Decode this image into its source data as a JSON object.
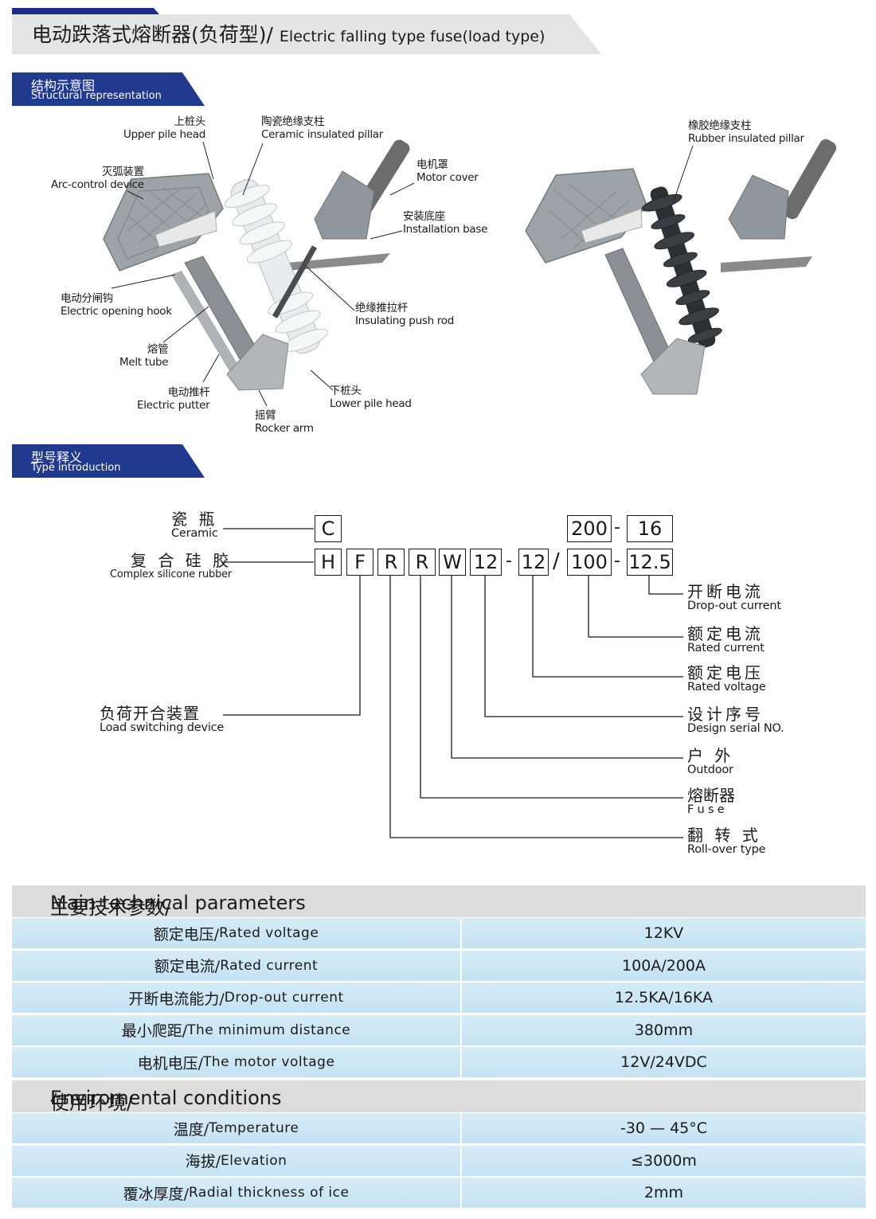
{
  "header": {
    "title_cn": "电动跌落式熔断器(负荷型)",
    "title_sep": "/",
    "title_en": "Electric falling type fuse(load type)"
  },
  "structure": {
    "cn": "结构示意图",
    "en": "Structural representation",
    "labels": {
      "upper_pile_head": {
        "cn": "上桩头",
        "en": "Upper pile head"
      },
      "ceramic_pillar": {
        "cn": "陶瓷绝缘支柱",
        "en": "Ceramic insulated pillar"
      },
      "arc_control": {
        "cn": "灭弧装置",
        "en": "Arc-control device"
      },
      "motor_cover": {
        "cn": "电机罩",
        "en": "Motor cover"
      },
      "installation_base": {
        "cn": "安装底座",
        "en": "Installation base"
      },
      "opening_hook": {
        "cn": "电动分闸钩",
        "en": "Electric opening hook"
      },
      "push_rod": {
        "cn": "绝缘推拉杆",
        "en": "Insulating push rod"
      },
      "melt_tube": {
        "cn": "熔管",
        "en": "Melt tube"
      },
      "electric_putter": {
        "cn": "电动推杆",
        "en": "Electric putter"
      },
      "lower_pile_head": {
        "cn": "下桩头",
        "en": "Lower pile head"
      },
      "rocker_arm": {
        "cn": "摇臂",
        "en": "Rocker arm"
      },
      "rubber_pillar": {
        "cn": "橡胶绝缘支柱",
        "en": "Rubber insulated pillar"
      }
    }
  },
  "type_intro": {
    "cn": "型号释义",
    "en": "Type introduction",
    "left_labels": {
      "ceramic": {
        "cn": "瓷 瓶",
        "en": "Ceramic"
      },
      "silicone": {
        "cn": "复 合 硅 胶",
        "en": "Complex silicone rubber"
      },
      "load_switch": {
        "cn": "负荷开合装置",
        "en": "Load switching device"
      }
    },
    "codes": {
      "C": "C",
      "H": "H",
      "F": "F",
      "R1": "R",
      "R2": "R",
      "W": "W",
      "n12a": "12",
      "dash1": "-",
      "n12b": "12",
      "slash": "/",
      "n100": "100",
      "dash2": "-",
      "n12_5": "12.5",
      "n200": "200",
      "dash3": "-",
      "n16": "16"
    },
    "right_labels": {
      "dropout": {
        "cn": "开断电流",
        "en": "Drop-out current"
      },
      "rated_current": {
        "cn": "额定电流",
        "en": "Rated  current"
      },
      "rated_voltage": {
        "cn": "额定电压",
        "en": "Rated  voltage"
      },
      "serial": {
        "cn": "设计序号",
        "en": "Design serial NO."
      },
      "outdoor": {
        "cn": "户 外",
        "en": "Outdoor"
      },
      "fuse": {
        "cn": "熔断器",
        "en": "F u s e"
      },
      "rollover": {
        "cn": "翻 转 式",
        "en": "Roll-over type"
      }
    }
  },
  "main_params": {
    "title_cn": "主要技术参数/",
    "title_en": "Main technical parameters",
    "rows": [
      {
        "cn": "额定电压/",
        "en": "Rated voltage",
        "value": "12KV"
      },
      {
        "cn": "额定电流/",
        "en": "Rated current",
        "value": "100A/200A"
      },
      {
        "cn": "开断电流能力/",
        "en": "Drop-out current",
        "value": "12.5KA/16KA"
      },
      {
        "cn": "最小爬距/",
        "en": " The minimum distance",
        "value": "380mm"
      },
      {
        "cn": "电机电压/",
        "en": "The motor voltage",
        "value": "12V/24VDC"
      }
    ]
  },
  "env_conditions": {
    "title_cn": "使用环境/",
    "title_en": "Enviromental conditions",
    "rows": [
      {
        "cn": "温度/",
        "en": "Temperature",
        "value": "-30 — 45°C"
      },
      {
        "cn": "海拔/",
        "en": "Elevation",
        "value": "≤3000m"
      },
      {
        "cn": "覆冰厚度/",
        "en": "Radial thickness of ice",
        "value": "2mm"
      }
    ]
  },
  "colors": {
    "navy": "#1f3a8f",
    "grey_band": "#dcdcdc",
    "cell_blue": "#cfe8f5"
  }
}
